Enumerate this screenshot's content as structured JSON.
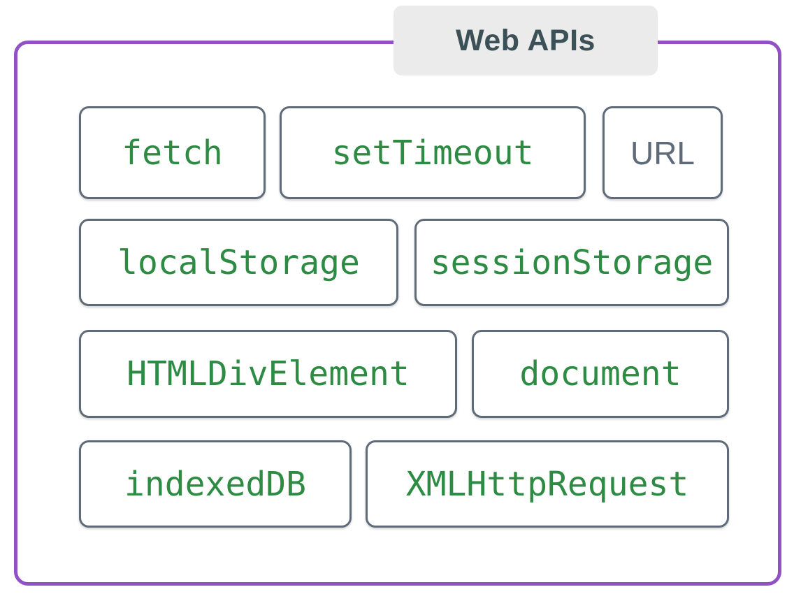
{
  "diagram": {
    "type": "grouped-node-diagram",
    "group": {
      "title": "Web APIs",
      "border_color": "#9150c4",
      "title_background": "#ebebeb",
      "title_text_color": "#3c5058"
    },
    "node_style": {
      "background": "#ffffff",
      "border_color": "#5f6b79",
      "mono_text_color": "#2e8b43",
      "sans_text_color": "#5f6b79"
    },
    "rows": [
      {
        "nodes": [
          {
            "label": "fetch",
            "style": "mono"
          },
          {
            "label": "setTimeout",
            "style": "mono"
          },
          {
            "label": "URL",
            "style": "sans"
          }
        ]
      },
      {
        "nodes": [
          {
            "label": "localStorage",
            "style": "mono"
          },
          {
            "label": "sessionStorage",
            "style": "mono"
          }
        ]
      },
      {
        "nodes": [
          {
            "label": "HTMLDivElement",
            "style": "mono"
          },
          {
            "label": "document",
            "style": "mono"
          }
        ]
      },
      {
        "nodes": [
          {
            "label": "indexedDB",
            "style": "mono"
          },
          {
            "label": "XMLHttpRequest",
            "style": "mono"
          }
        ]
      }
    ]
  }
}
